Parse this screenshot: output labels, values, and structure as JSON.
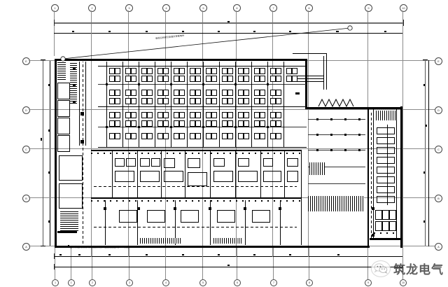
{
  "drawing": {
    "type": "electrical-floor-plan",
    "watermark_text": "筑龙电气",
    "watermark_logo": "wechat-icon",
    "note_text": "图中未注明灯具均为吸顶安装，插座底边距地0.3m安装",
    "leader_label": "电缆沿桥架引至室外变配电所"
  },
  "grid": {
    "top_labels": [
      "1",
      "2",
      "3",
      "4",
      "5",
      "6",
      "7",
      "8",
      "9",
      "10"
    ],
    "bottom_labels": [
      "1",
      "1'",
      "2",
      "3",
      "4",
      "5",
      "6",
      "7",
      "8",
      "9",
      "10"
    ],
    "left_labels": [
      "E",
      "D",
      "C",
      "B",
      "A"
    ],
    "right_labels": [
      "E",
      "D",
      "C",
      "B",
      "A"
    ]
  },
  "dimensions": {
    "top_chain": [
      "7200",
      "7200",
      "7200",
      "7200",
      "7200",
      "7200",
      "7200",
      "7200",
      "7200"
    ],
    "bottom_chain": [
      "7200",
      "7200",
      "7200",
      "7200",
      "7200",
      "7200",
      "7200",
      "7200",
      "7200"
    ],
    "left_chain": [
      "6000",
      "6600",
      "6600",
      "6000"
    ],
    "right_chain": [
      "6000",
      "6600",
      "6600",
      "6000"
    ]
  },
  "zones": {
    "guest_wing_label": "",
    "hall_label": "",
    "service_wing_label": "",
    "east_wing_label": ""
  }
}
